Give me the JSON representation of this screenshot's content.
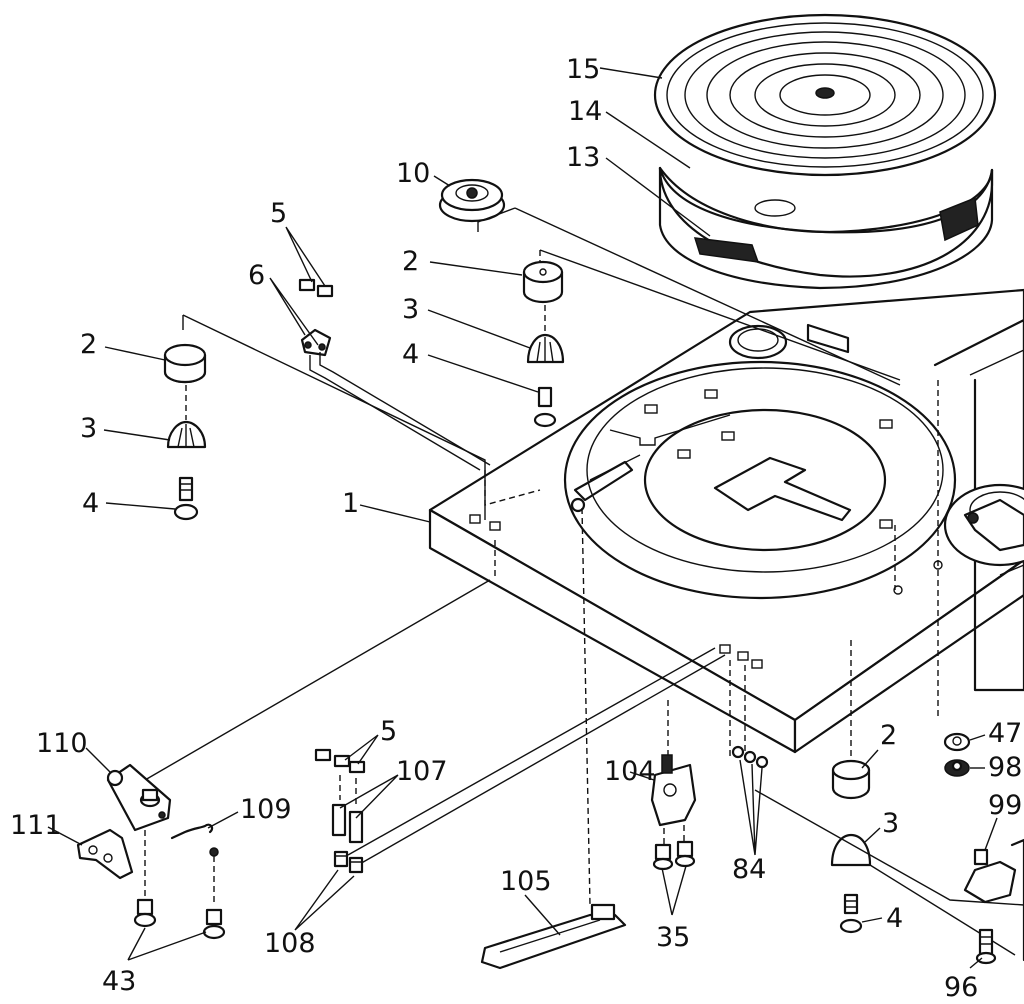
{
  "callouts": [
    {
      "id": "c15",
      "text": "15"
    },
    {
      "id": "c14",
      "text": "14"
    },
    {
      "id": "c13",
      "text": "13"
    },
    {
      "id": "c10",
      "text": "10"
    },
    {
      "id": "c5a",
      "text": "5"
    },
    {
      "id": "c6",
      "text": "6"
    },
    {
      "id": "c2a",
      "text": "2"
    },
    {
      "id": "c3a",
      "text": "3"
    },
    {
      "id": "c4a",
      "text": "4"
    },
    {
      "id": "c2b",
      "text": "2"
    },
    {
      "id": "c3b",
      "text": "3"
    },
    {
      "id": "c4b",
      "text": "4"
    },
    {
      "id": "c1",
      "text": "1"
    },
    {
      "id": "c110",
      "text": "110"
    },
    {
      "id": "c111",
      "text": "111"
    },
    {
      "id": "c109",
      "text": "109"
    },
    {
      "id": "c5b",
      "text": "5"
    },
    {
      "id": "c107",
      "text": "107"
    },
    {
      "id": "c108",
      "text": "108"
    },
    {
      "id": "c43",
      "text": "43"
    },
    {
      "id": "c105",
      "text": "105"
    },
    {
      "id": "c104",
      "text": "104"
    },
    {
      "id": "c35",
      "text": "35"
    },
    {
      "id": "c84",
      "text": "84"
    },
    {
      "id": "c2c",
      "text": "2"
    },
    {
      "id": "c3c",
      "text": "3"
    },
    {
      "id": "c4c",
      "text": "4"
    },
    {
      "id": "c47",
      "text": "47"
    },
    {
      "id": "c98",
      "text": "98"
    },
    {
      "id": "c99",
      "text": "99"
    },
    {
      "id": "c96",
      "text": "96"
    }
  ]
}
